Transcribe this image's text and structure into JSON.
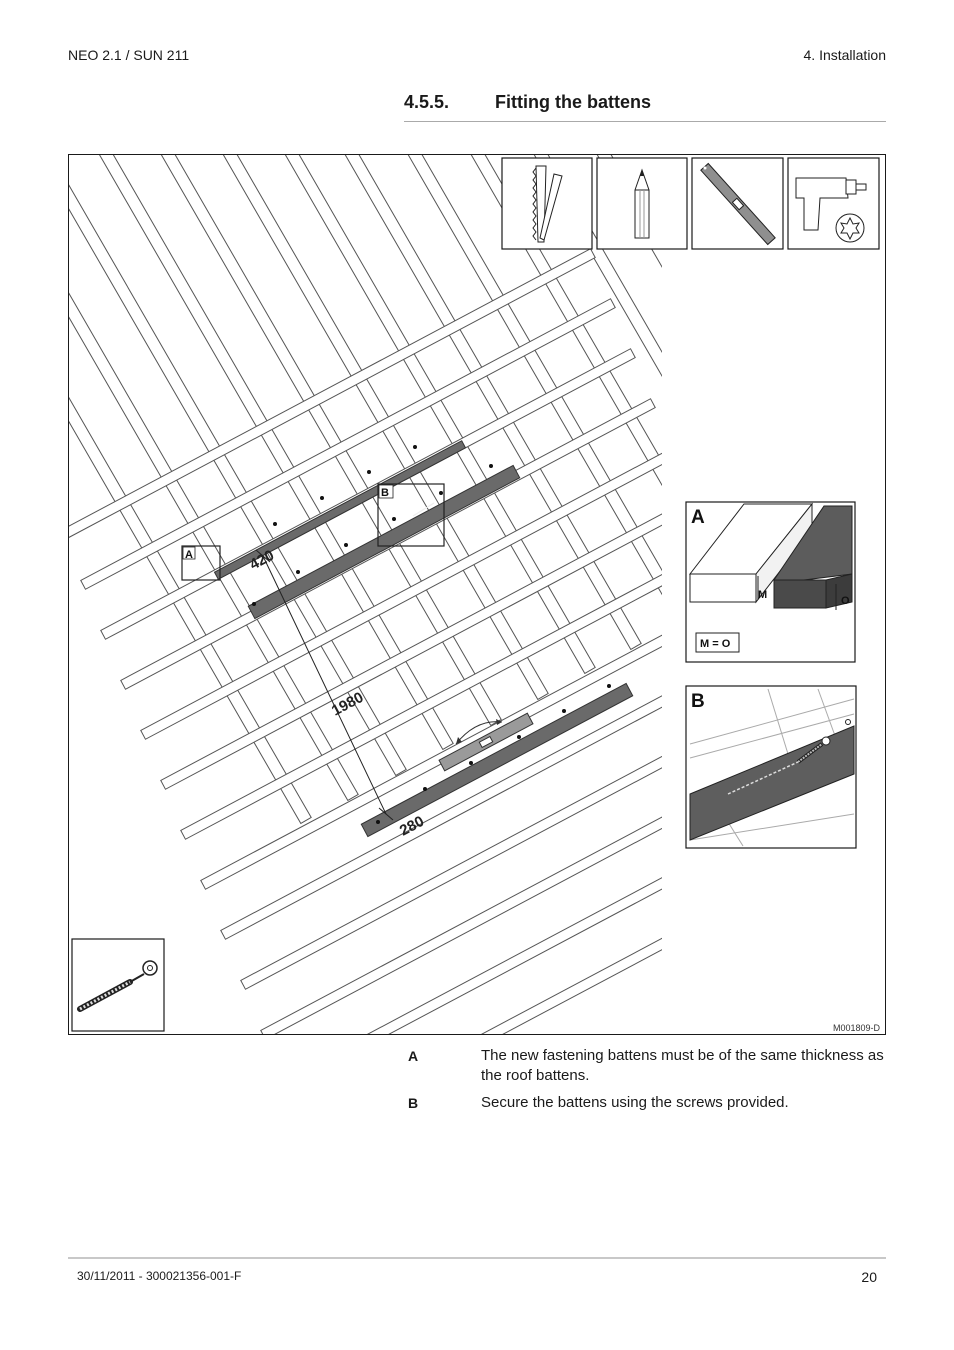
{
  "header": {
    "product": "NEO 2.1 / SUN 211",
    "chapter": "4.  Installation"
  },
  "section": {
    "number": "4.5.5.",
    "title": "Fitting the battens"
  },
  "figure": {
    "code": "M001809-D",
    "dim_420": "420",
    "dim_1980": "1980",
    "dim_280": "280",
    "callout_a": "A",
    "callout_b": "B",
    "detail_a_label": "A",
    "detail_b_label": "B",
    "detail_a_m": "M",
    "detail_a_o": "O",
    "detail_a_formula": "M = O",
    "tools": [
      "saw-icon",
      "pencil-icon",
      "spirit-level-icon",
      "drill-torx-icon"
    ],
    "accessory": "screw-icon"
  },
  "legend": [
    {
      "key": "A",
      "text": "The new fastening battens must be of the same thickness as the roof battens."
    },
    {
      "key": "B",
      "text": "Secure the battens using the screws provided."
    }
  ],
  "footer": {
    "doc": "30/11/2011  - 300021356-001-F",
    "page": "20"
  }
}
